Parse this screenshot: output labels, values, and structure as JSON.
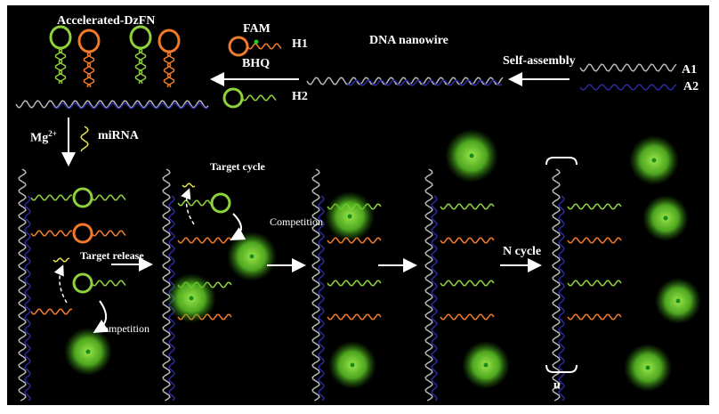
{
  "title": "Accelerated-DzFN",
  "labels": {
    "fam": "FAM",
    "h1": "H1",
    "bhq": "BHQ",
    "h2": "H2",
    "nanowire": "DNA nanowire",
    "self_assembly": "Self-assembly",
    "a1": "A1",
    "a2": "A2",
    "mg": "Mg",
    "mg_sup": "2+",
    "mirna": "miRNA",
    "target_cycle": "Target cycle",
    "competition_1": "Competition",
    "target_release": "Target release",
    "competition_2": "Competition",
    "n_cycle": "N cycle",
    "n": "n"
  },
  "colors": {
    "background": "#000000",
    "backbone_gray": "#b8b8b8",
    "backbone_blue": "#2a2aa0",
    "h1_orange": "#f07a2a",
    "h2_green": "#8fd13c",
    "glow": "#6fd62a",
    "mirna_yellow": "#e8e050"
  }
}
